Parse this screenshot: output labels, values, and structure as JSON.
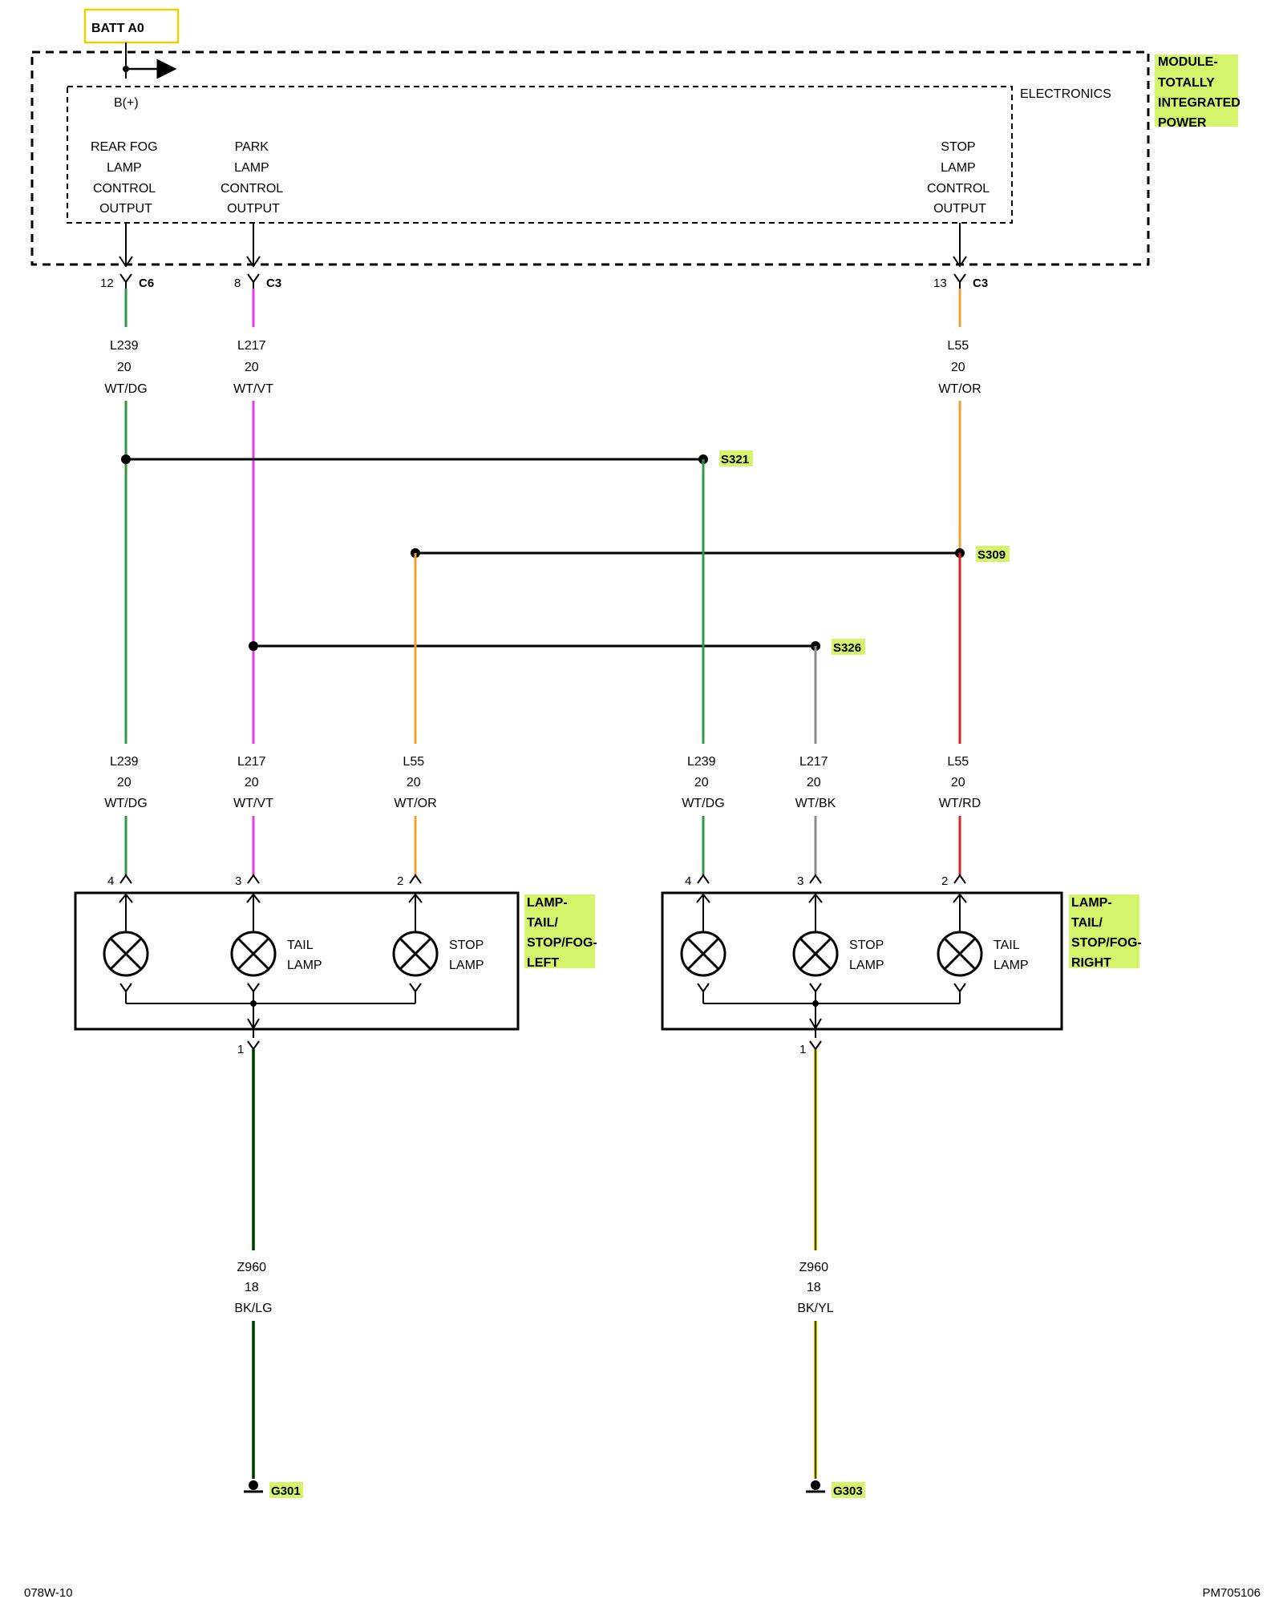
{
  "module": {
    "batt_tag": "BATT A0",
    "b_plus": "B(+)",
    "electronics": "ELECTRONICS",
    "name_lines": [
      "MODULE-",
      "TOTALLY",
      "INTEGRATED",
      "POWER"
    ],
    "outputs": {
      "rear_fog": [
        "REAR FOG",
        "LAMP",
        "CONTROL",
        "OUTPUT"
      ],
      "park": [
        "PARK",
        "LAMP",
        "CONTROL",
        "OUTPUT"
      ],
      "stop": [
        "STOP",
        "LAMP",
        "CONTROL",
        "OUTPUT"
      ]
    }
  },
  "connectors": {
    "rear_fog": {
      "pin": "12",
      "conn": "C6"
    },
    "park": {
      "pin": "8",
      "conn": "C3"
    },
    "stop": {
      "pin": "13",
      "conn": "C3"
    }
  },
  "wires": {
    "top_l239": {
      "circuit": "L239",
      "gauge": "20",
      "color": "WT/DG",
      "stroke": "#2e9a3c"
    },
    "top_l217": {
      "circuit": "L217",
      "gauge": "20",
      "color": "WT/VT",
      "stroke": "#e040e0"
    },
    "top_l55": {
      "circuit": "L55",
      "gauge": "20",
      "color": "WT/OR",
      "stroke": "#f0a030"
    },
    "l_l239": {
      "circuit": "L239",
      "gauge": "20",
      "color": "WT/DG",
      "stroke": "#2e9a3c"
    },
    "l_l217": {
      "circuit": "L217",
      "gauge": "20",
      "color": "WT/VT",
      "stroke": "#e040e0"
    },
    "l_l55": {
      "circuit": "L55",
      "gauge": "20",
      "color": "WT/OR",
      "stroke": "#f0a030"
    },
    "r_l239": {
      "circuit": "L239",
      "gauge": "20",
      "color": "WT/DG",
      "stroke": "#2e9a3c"
    },
    "r_l217": {
      "circuit": "L217",
      "gauge": "20",
      "color": "WT/BK",
      "stroke": "#8c8c8c"
    },
    "r_l55": {
      "circuit": "L55",
      "gauge": "20",
      "color": "WT/RD",
      "stroke": "#e02020"
    },
    "gnd_left": {
      "circuit": "Z960",
      "gauge": "18",
      "color": "BK/LG",
      "stroke": "#1a7a1a"
    },
    "gnd_right": {
      "circuit": "Z960",
      "gauge": "18",
      "color": "BK/YL",
      "stroke": "#c8c800"
    }
  },
  "splices": {
    "s321": "S321",
    "s309": "S309",
    "s326": "S326"
  },
  "lamps": {
    "left": {
      "name_lines": [
        "LAMP-",
        "TAIL/",
        "STOP/FOG-",
        "LEFT"
      ],
      "pins": [
        "4",
        "3",
        "2"
      ],
      "tail": [
        "TAIL",
        "LAMP"
      ],
      "stop": [
        "STOP",
        "LAMP"
      ],
      "ground_pin": "1"
    },
    "right": {
      "name_lines": [
        "LAMP-",
        "TAIL/",
        "STOP/FOG-",
        "RIGHT"
      ],
      "pins": [
        "4",
        "3",
        "2"
      ],
      "stop": [
        "STOP",
        "LAMP"
      ],
      "tail": [
        "TAIL",
        "LAMP"
      ],
      "ground_pin": "1"
    }
  },
  "grounds": {
    "left": "G301",
    "right": "G303"
  },
  "footer": {
    "left": "078W-10",
    "right": "PM705106"
  }
}
